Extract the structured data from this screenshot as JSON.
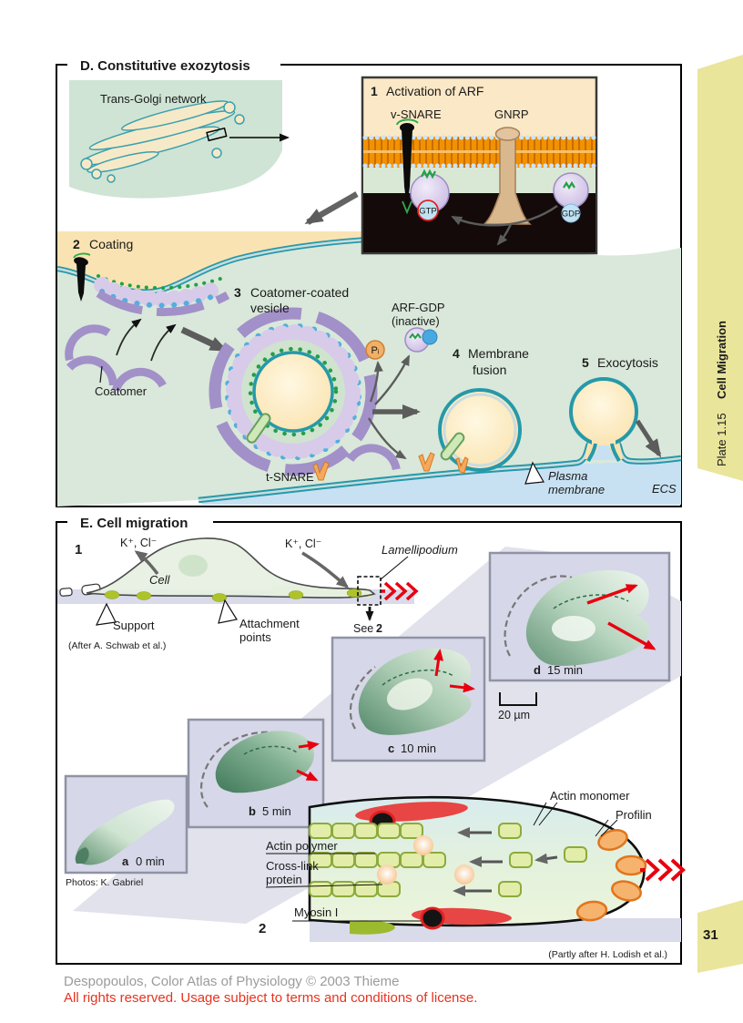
{
  "colors": {
    "cytosol_green": "#d9e8da",
    "golgi_green": "#cfe4d4",
    "lumen_orange": "#fae3b2",
    "inset_cream": "#fbe8c6",
    "membrane_teal": "#2599a9",
    "ecs_blue": "#c7e1f2",
    "coatomer_purple": "#a290c9",
    "arf_lavender": "#d7cbe9",
    "gtp_blue": "#55aede",
    "green_anchor": "#22a044",
    "gnrp_tan": "#d9b88e",
    "arrow_gray": "#5c5c5c",
    "accent_red": "#e8000f",
    "micrograph_bg": "#d6d7e8",
    "support_lavender": "#d9dbeb",
    "actin_yellow_green": "#e3edaa",
    "profilin_orange": "#f6b36e",
    "myosin_red": "#e84545",
    "tab_yellow": "#e9e59b",
    "footer_gray": "#9b9b9b",
    "footer_red": "#e8321e"
  },
  "sidebar": {
    "plate": "Plate 1.15",
    "title": "Cell Migration",
    "page_number": "31"
  },
  "footer": {
    "line1": "Despopoulos, Color Atlas of Physiology © 2003 Thieme",
    "line2": "All rights reserved. Usage subject to terms and conditions of license."
  },
  "panel_d": {
    "title": "D. Constitutive exozytosis",
    "trans_golgi": "Trans-Golgi network",
    "inset": {
      "num": "1",
      "title": "Activation of ARF",
      "v_snare": "v-SNARE",
      "gnrp": "GNRP",
      "gtp": "GTP",
      "gdp": "GDP"
    },
    "step2": {
      "num": "2",
      "label": "Coating"
    },
    "coatomer": "Coatomer",
    "step3": {
      "num": "3",
      "line1": "Coatomer-coated",
      "line2": "vesicle"
    },
    "arf_gdp": {
      "line1": "ARF-GDP",
      "line2": "(inactive)"
    },
    "pi": "Pᵢ",
    "step4": {
      "num": "4",
      "line1": "Membrane",
      "line2": "fusion"
    },
    "step5": {
      "num": "5",
      "label": "Exocytosis"
    },
    "t_snare": "t-SNARE",
    "plasma": {
      "line1": "Plasma",
      "line2": "membrane"
    },
    "ecs": "ECS"
  },
  "panel_e": {
    "title": "E. Cell migration",
    "num1": "1",
    "kcl_left": "K⁺, Cl⁻",
    "kcl_right": "K⁺, Cl⁻",
    "cell": "Cell",
    "lamellipodium": "Lamellipodium",
    "support": "Support",
    "attachment": {
      "line1": "Attachment",
      "line2": "points"
    },
    "see2": {
      "see": "See",
      "num": "2"
    },
    "credit_schwab": "(After A. Schwab et al.)",
    "micrographs": {
      "a": {
        "letter": "a",
        "time": "0 min"
      },
      "b": {
        "letter": "b",
        "time": "5 min"
      },
      "c": {
        "letter": "c",
        "time": "10 min"
      },
      "d": {
        "letter": "d",
        "time": "15 min"
      }
    },
    "scale_bar": "20 µm",
    "photos": "Photos: K. Gabriel",
    "num2": "2",
    "actin_monomer": "Actin monomer",
    "profilin": "Profilin",
    "actin_polymer": "Actin polymer",
    "crosslink": {
      "line1": "Cross-link",
      "line2": "protein"
    },
    "myosin": "Myosin I",
    "credit_lodish": "(Partly after H. Lodish et al.)"
  }
}
